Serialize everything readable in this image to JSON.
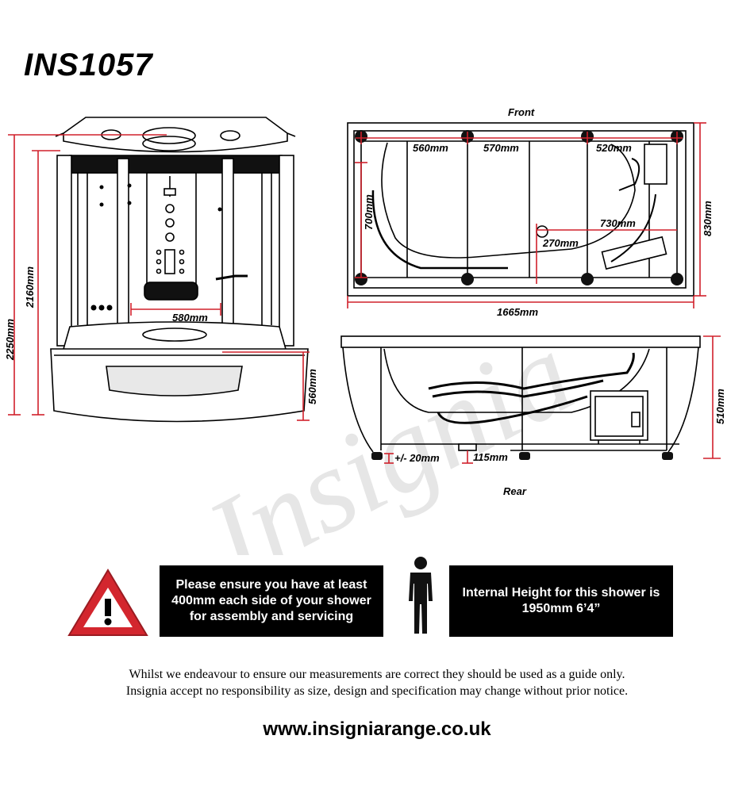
{
  "model": "INS1057",
  "watermark": "Insignia",
  "views": {
    "front_label": "Front",
    "rear_label": "Rear"
  },
  "dimensions": {
    "overall_height": "2250mm",
    "cabin_height": "2160mm",
    "seat_width": "580mm",
    "tray_height": "560mm",
    "top_span_1": "560mm",
    "top_span_2": "570mm",
    "top_span_3": "520mm",
    "depth_inner": "700mm",
    "depth_outer": "830mm",
    "bath_length": "730mm",
    "drain_offset": "270mm",
    "overall_length": "1665mm",
    "rear_height": "510mm",
    "foot_adjust": "+/- 20mm",
    "foot_height": "115mm"
  },
  "notices": {
    "assembly": "Please ensure you have at least 400mm each side of your shower for assembly and servicing",
    "internal_height": "Internal Height for this shower is 1950mm 6’4”"
  },
  "disclaimer": {
    "line1": "Whilst we endeavour to ensure our measurements are correct they should be used as a guide only.",
    "line2": "Insignia accept no responsibility as size, design and specification may change without prior notice."
  },
  "website": "www.insigniarange.co.uk",
  "colors": {
    "dimension_line": "#d0202b",
    "warning_red": "#d3262e",
    "box_background": "#000000"
  },
  "icons": [
    "warning-triangle-icon",
    "person-icon"
  ]
}
